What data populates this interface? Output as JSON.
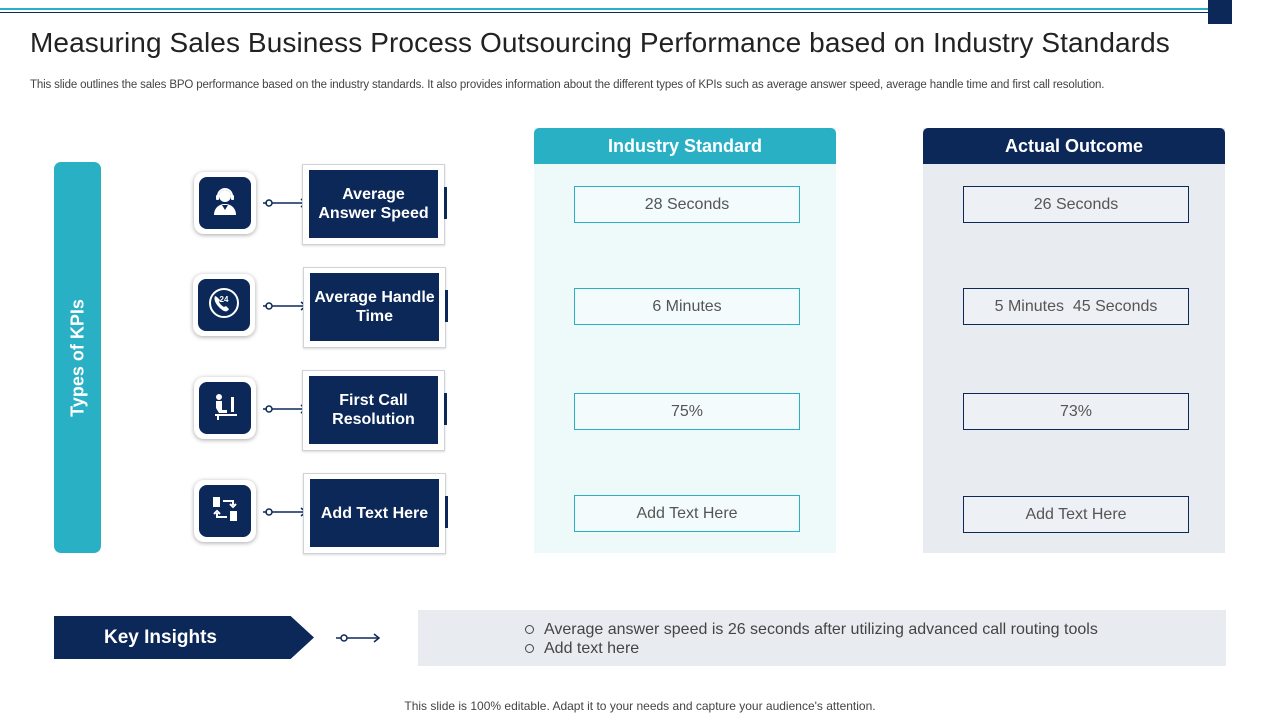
{
  "slide": {
    "title": "Measuring Sales Business Process Outsourcing Performance based on Industry Standards",
    "subtitle": "This slide outlines the sales BPO performance based on the industry standards. It also provides information about the different types of KPIs such as average answer speed, average handle time and first call resolution.",
    "kpi_bar_label": "Types of KPIs",
    "footer": "This slide is 100% editable. Adapt it to your needs and capture your audience's attention."
  },
  "kpis": [
    {
      "label": "Average Answer Speed",
      "icon": "call-center-agent-icon"
    },
    {
      "label": "Average Handle Time",
      "icon": "24-hour-phone-icon"
    },
    {
      "label": "First Call Resolution",
      "icon": "agent-at-desk-icon"
    },
    {
      "label": "Add Text Here",
      "icon": "exchange-arrows-icon"
    }
  ],
  "industry_standard": {
    "header": "Industry Standard",
    "values": [
      "28 Seconds",
      "6 Minutes",
      "75%",
      "Add Text Here"
    ]
  },
  "actual_outcome": {
    "header": "Actual Outcome",
    "values": [
      "26 Seconds",
      "5 Minutes  45 Seconds",
      "73%",
      "Add Text Here"
    ]
  },
  "key_insights": {
    "label": "Key Insights",
    "items": [
      "Average answer speed is 26 seconds after utilizing advanced call routing tools",
      "Add text here"
    ]
  },
  "colors": {
    "teal": "#2ab0c5",
    "navy": "#0b2858",
    "industry_bg": "#eef9fa",
    "actual_bg": "#e8ecf1"
  }
}
